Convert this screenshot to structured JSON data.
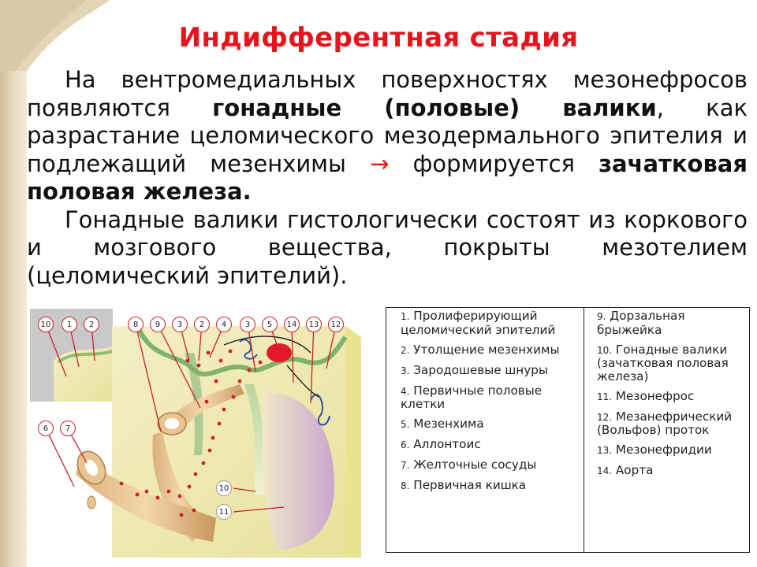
{
  "title": "Индифферентная стадия",
  "paragraph1": {
    "s1": "На вентромедиальных поверхностях мезонефросов появляются ",
    "b1": "гонадные (половые) валики",
    "s2": ", как разрастание целомического мезодермального эпителия и подлежащий мезенхимы ",
    "arrow": "→",
    "s3": " формируется ",
    "b2": "зачатковая половая железа."
  },
  "paragraph2": "Гонадные валики гистологически состоят из коркового и мозгового вещества, покрыты мезотелием (целомический эпителий).",
  "figure_labels": {
    "top_left": [
      "10",
      "1",
      "2"
    ],
    "top_right": [
      "8",
      "9",
      "3",
      "2",
      "4",
      "3",
      "5",
      "14",
      "13",
      "12"
    ],
    "mid_left": [
      "6",
      "7"
    ],
    "bottom": [
      "10",
      "11"
    ]
  },
  "legend": {
    "left": [
      {
        "num": "1.",
        "text": "Пролиферирующий целомический эпителий"
      },
      {
        "num": "2.",
        "text": "Утолщение мезенхимы"
      },
      {
        "num": "3.",
        "text": "Зародошевые шнуры"
      },
      {
        "num": "4.",
        "text": "Первичные половые клетки"
      },
      {
        "num": "5.",
        "text": "Мезенхима"
      },
      {
        "num": "6.",
        "text": "Аллонтоис"
      },
      {
        "num": "7.",
        "text": "Желточные сосуды"
      },
      {
        "num": "8.",
        "text": "Первичная кишка"
      }
    ],
    "right": [
      {
        "num": "9.",
        "text": "Дорзальная брыжейка"
      },
      {
        "num": "10.",
        "text": "Гонадные валики (зачатковая половая железа)"
      },
      {
        "num": "11.",
        "text": "Мезонефрос"
      },
      {
        "num": "12.",
        "text": "Мезанефрический (Вольфов) проток"
      },
      {
        "num": "13.",
        "text": "Мезонефридии"
      },
      {
        "num": "14.",
        "text": "Аорта"
      }
    ]
  }
}
